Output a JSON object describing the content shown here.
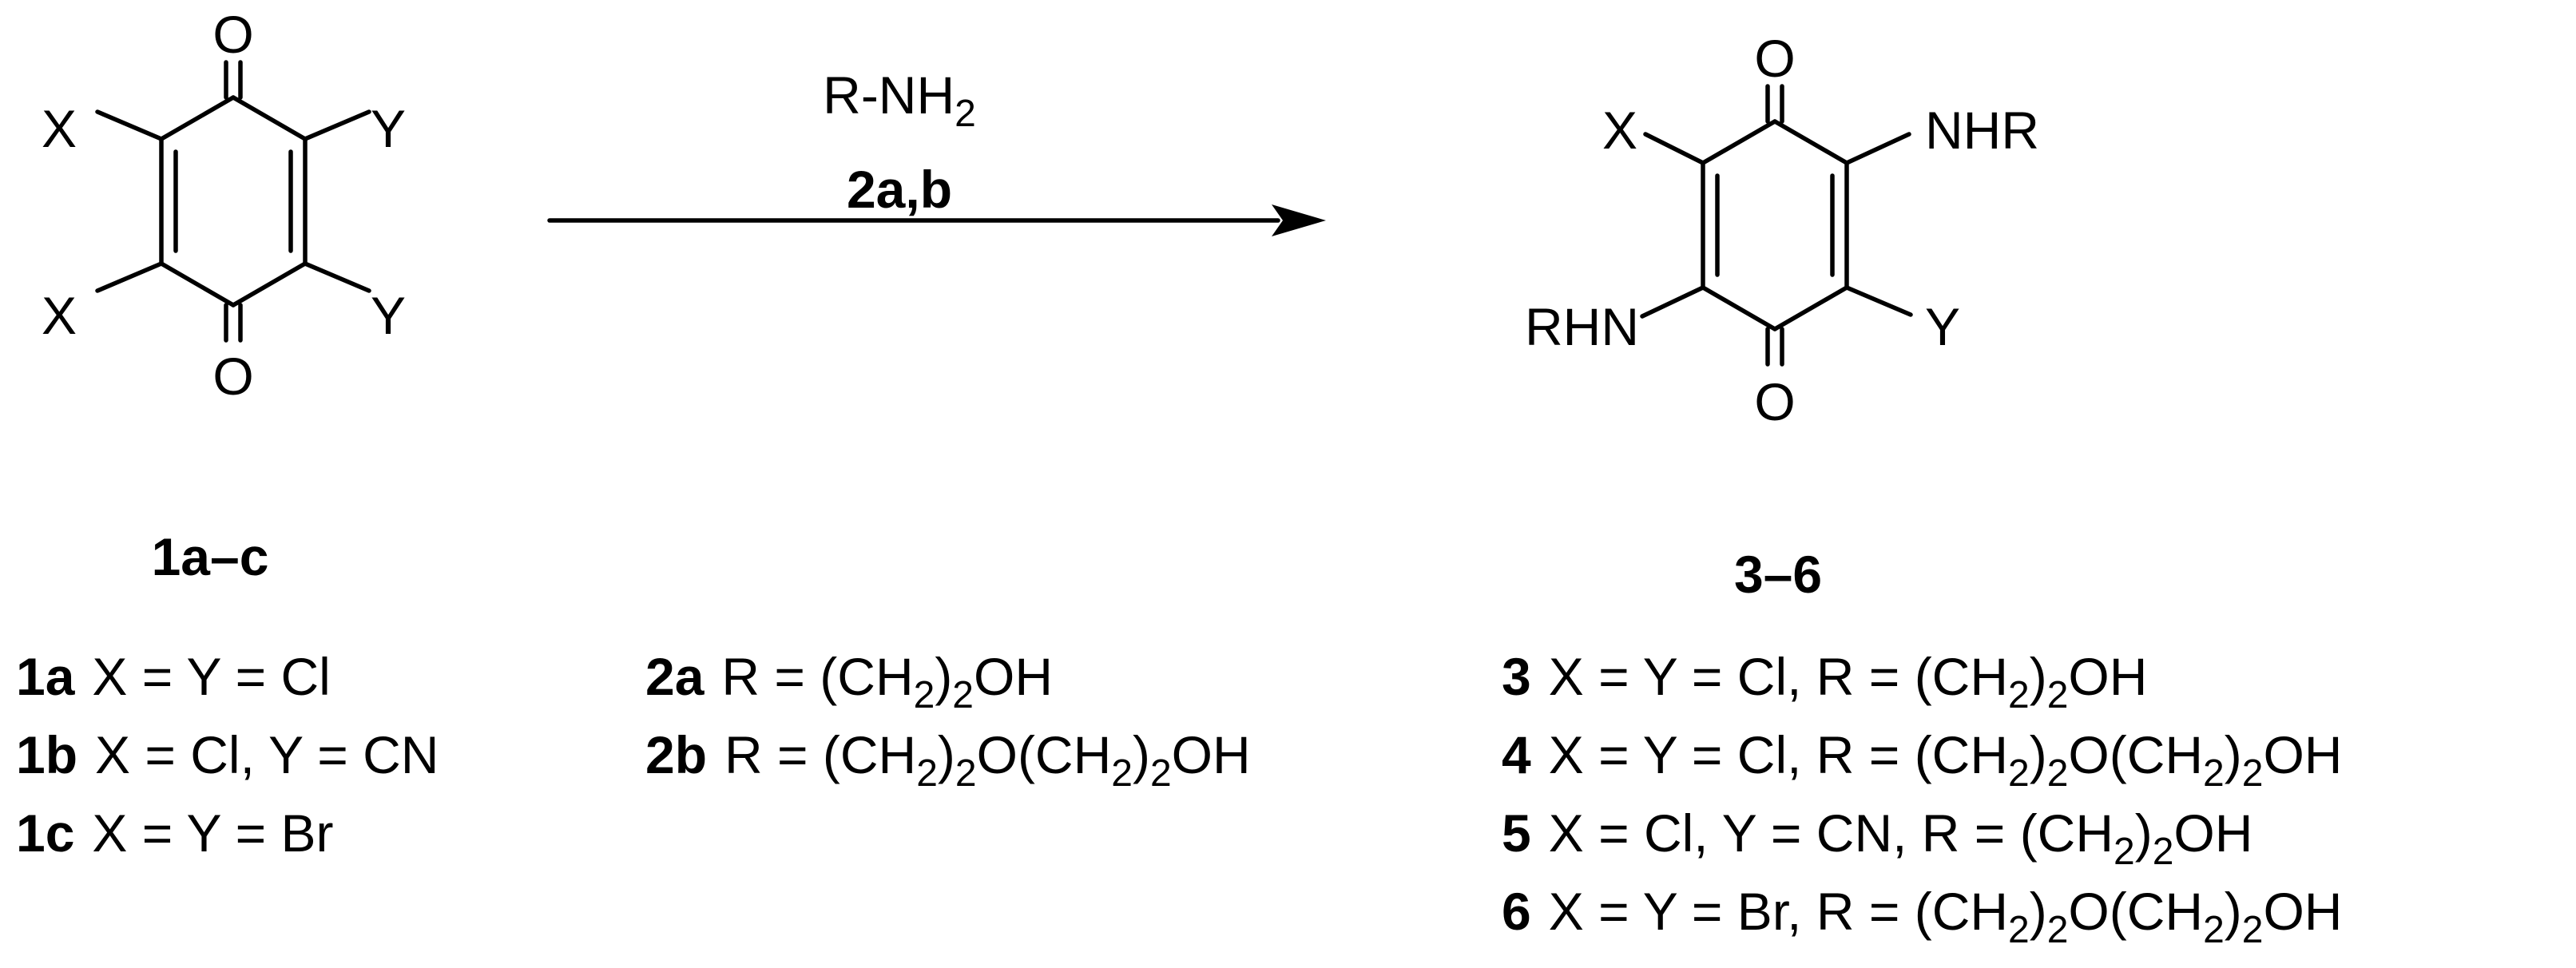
{
  "scheme": {
    "reactant": {
      "label": "1a–c",
      "atoms": {
        "x_top": "X",
        "x_bottom": "X",
        "y_top": "Y",
        "y_bottom": "Y",
        "o_top": "O",
        "o_bottom": "O"
      }
    },
    "reagent": {
      "formula_main": "R-NH",
      "formula_sub": "2",
      "label": "2a,b"
    },
    "product": {
      "label": "3–6",
      "atoms": {
        "x": "X",
        "y": "Y",
        "nhr": "NHR",
        "rhn": "RHN",
        "o_top": "O",
        "o_bottom": "O"
      }
    },
    "legend_reactants": [
      {
        "id": "1a",
        "text": "X = Y = Cl"
      },
      {
        "id": "1b",
        "text": "X = Cl, Y = CN"
      },
      {
        "id": "1c",
        "text": "X = Y = Br"
      }
    ],
    "legend_reagents": [
      {
        "id": "2a",
        "pre": "R = (CH",
        "s1": "2",
        "mid": ")",
        "s2": "2",
        "post": "OH"
      },
      {
        "id": "2b",
        "pre": "R = (CH",
        "s1": "2",
        "mid": ")",
        "s2": "2",
        "post": "O(CH",
        "s3": "2",
        "mid2": ")",
        "s4": "2",
        "post2": "OH"
      }
    ],
    "legend_products": [
      {
        "id": "3",
        "pre": "X = Y = Cl, R = (CH",
        "s1": "2",
        "mid": ")",
        "s2": "2",
        "post": "OH"
      },
      {
        "id": "4",
        "pre": "X = Y = Cl, R = (CH",
        "s1": "2",
        "mid": ")",
        "s2": "2",
        "post": "O(CH",
        "s3": "2",
        "mid2": ")",
        "s4": "2",
        "post2": "OH"
      },
      {
        "id": "5",
        "pre": "X = Cl, Y = CN, R = (CH",
        "s1": "2",
        "mid": ")",
        "s2": "2",
        "post": "OH"
      },
      {
        "id": "6",
        "pre": "X = Y = Br, R = (CH",
        "s1": "2",
        "mid": ")",
        "s2": "2",
        "post": "O(CH",
        "s3": "2",
        "mid2": ")",
        "s4": "2",
        "post2": "OH"
      }
    ]
  }
}
